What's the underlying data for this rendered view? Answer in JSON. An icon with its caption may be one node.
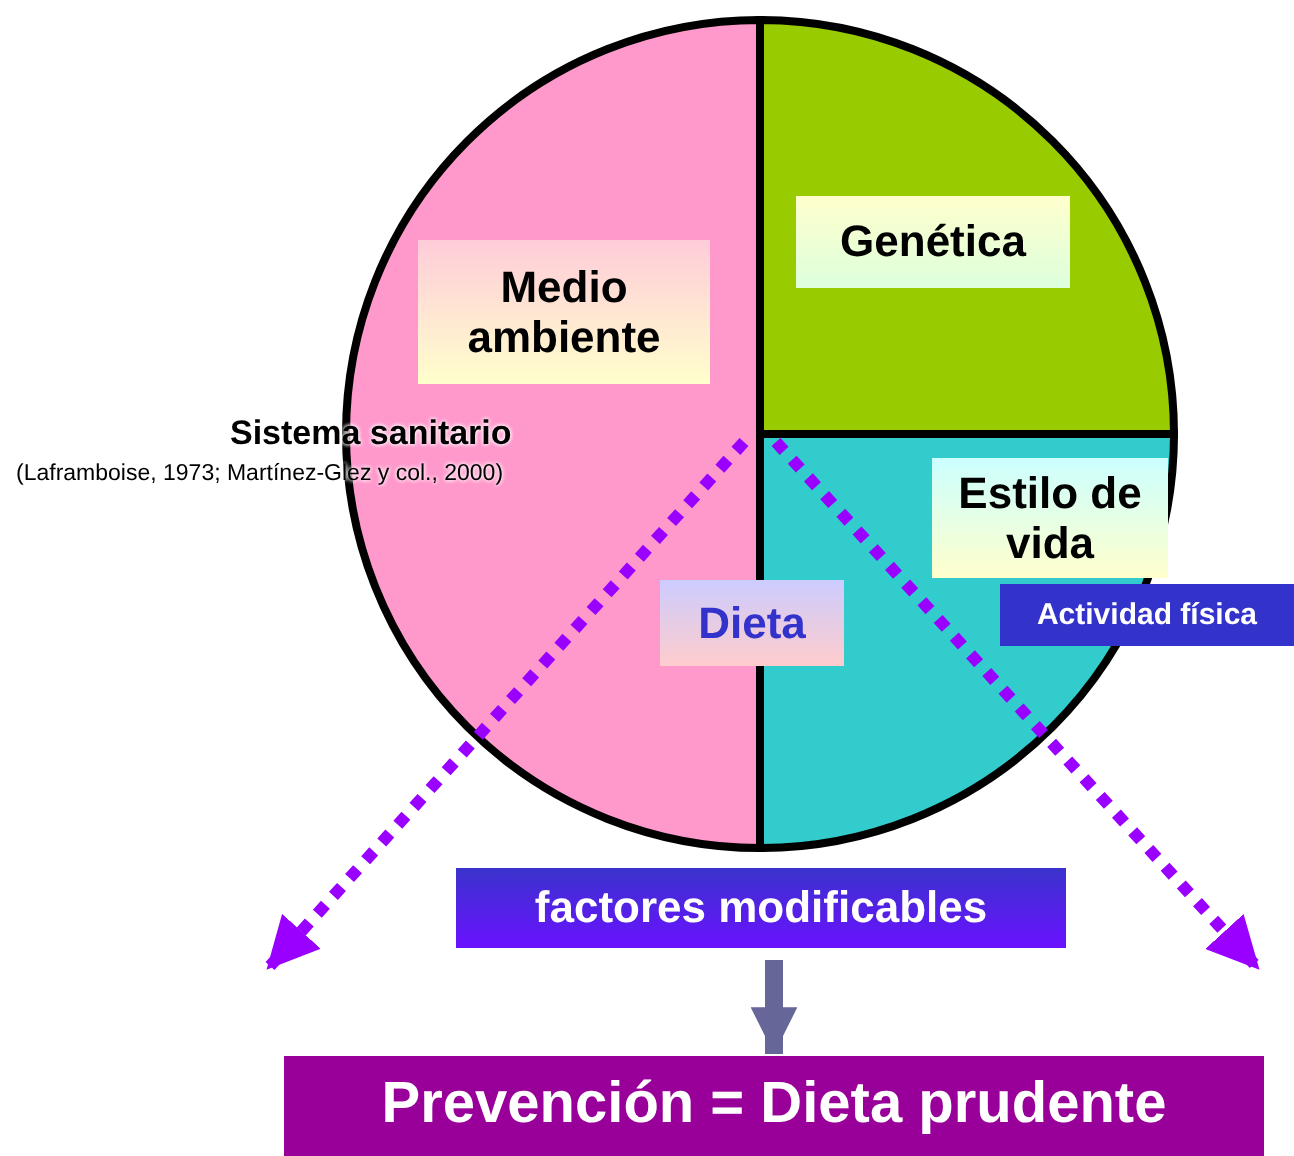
{
  "diagram": {
    "nodes": [
      {
        "text": [
          "Medio ambiente"
        ]
      },
      {
        "text": [
          "Genética"
        ]
      },
      {
        "text": [
          "Estilo de vida"
        ]
      },
      {
        "text": [
          "Dieta"
        ]
      },
      {
        "text": [
          "Actividad física"
        ]
      },
      {
        "text": [
          "factores modificables"
        ]
      },
      {
        "text": [
          "Prevención = Dieta prudente"
        ]
      }
    ],
    "edges": [
      {
        "from": 5,
        "to": 6,
        "arrow": "to"
      }
    ],
    "labels": [
      "Sistema sanitario",
      "(Laframboise, 1973; Martínez-Glez y col., 2000)"
    ]
  }
}
